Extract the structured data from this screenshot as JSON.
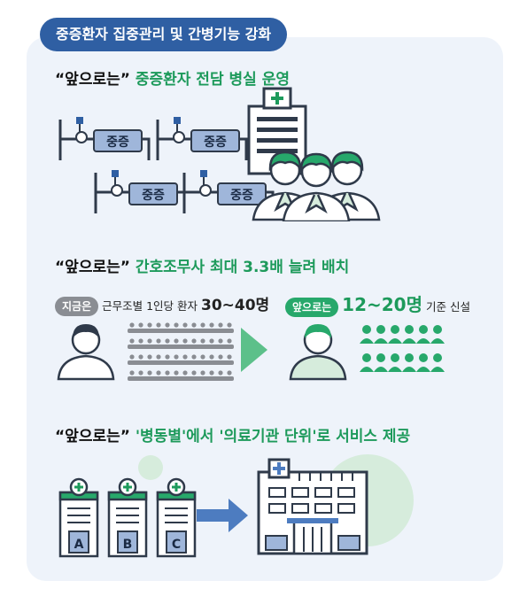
{
  "header": {
    "pill": "중증환자 집중관리 및 간병기능 강화"
  },
  "section1": {
    "quote": "“앞으로는”",
    "highlight": "중증환자 전담 병실 운영",
    "bed_label": "중증"
  },
  "section2": {
    "quote": "“앞으로는”",
    "highlight": "간호조무사 최대 3.3배 늘려 배치",
    "now_badge": "지금은",
    "now_text": "근무조별 1인당 환자",
    "now_value": "30~40명",
    "future_badge": "앞으로는",
    "future_value": "12~20명",
    "future_text": "기준 신설"
  },
  "section3": {
    "quote": "“앞으로는”",
    "highlight": "'병동별'에서 '의료기관 단위'로 서비스 제공",
    "wards": [
      "A",
      "B",
      "C"
    ]
  },
  "colors": {
    "navy": "#2f5fa3",
    "green": "#1d9a5b",
    "light_green": "#d6ecdc",
    "card": "#eef3fa"
  }
}
